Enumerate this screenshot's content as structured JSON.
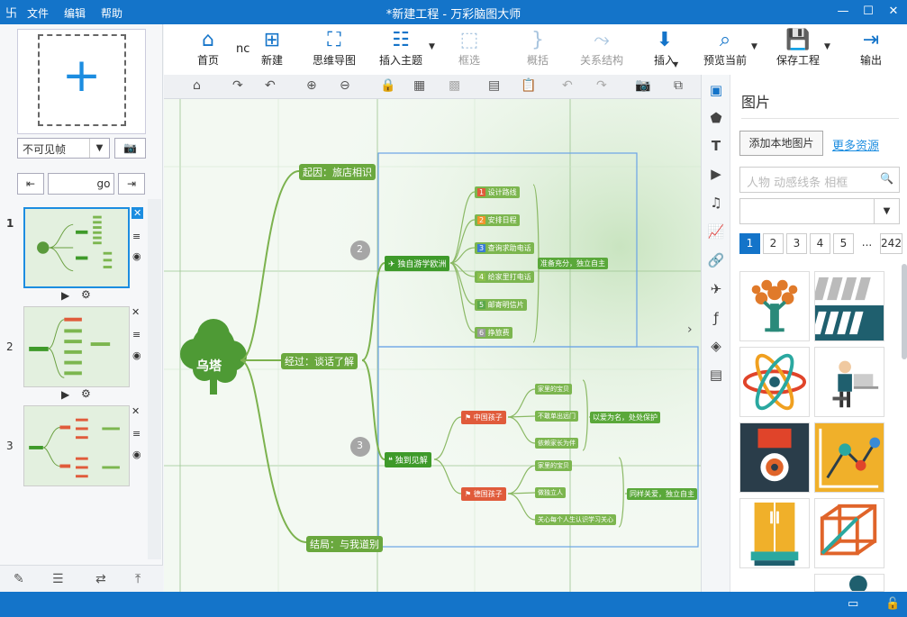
{
  "titlebar": {
    "app_icon": "卐",
    "menus": [
      "文件",
      "编辑",
      "帮助"
    ],
    "title": "*新建工程 - 万彩脑图大师",
    "controls": [
      "—",
      "☐",
      "✕"
    ]
  },
  "toolbar": {
    "home": "首页",
    "stray": "nc",
    "new": "新建",
    "mindmap": "思维导图",
    "insert_topic": "插入主题",
    "select": "框选",
    "summary": "概括",
    "relation": "关系结构",
    "insert": "插入",
    "preview": "预览当前",
    "save": "保存工程",
    "export": "输出"
  },
  "left_panel": {
    "frame_select": "不可见帧",
    "go": "go",
    "slide_numbers": [
      "1",
      "2",
      "3"
    ]
  },
  "mindmap": {
    "root": "乌塔",
    "branches": [
      "起因：旅店相识",
      "经过：谈话了解",
      "结局：与我道别"
    ],
    "badges": [
      "2",
      "3"
    ],
    "topic_a": "独自游学欧洲",
    "topic_a_items": [
      "设计路线",
      "安排日程",
      "查询求助电话",
      "给家里打电话",
      "邮寄明信片",
      "挣旅费"
    ],
    "topic_a_item_numbers": [
      "1",
      "2",
      "3",
      "4",
      "5",
      "6"
    ],
    "topic_a_summary": "准备充分，独立自主",
    "topic_b": "独到见解",
    "china_kids": "中国孩子",
    "china_items": [
      "家里的宝贝",
      "不敢单出远门",
      "依赖家长为伴"
    ],
    "china_summary": "以爱为名，处处保护",
    "german_kids": "德国孩子",
    "german_items": [
      "家里的宝贝",
      "做独立人",
      "关心每个人生认识学习关心"
    ],
    "german_summary": "同样关爱，独立自主"
  },
  "right_panel": {
    "title": "图片",
    "add_local": "添加本地图片",
    "more": "更多资源",
    "search_placeholder": "人物 动感线条 相框",
    "pages": [
      "1",
      "2",
      "3",
      "4",
      "5",
      "...",
      "242"
    ]
  }
}
